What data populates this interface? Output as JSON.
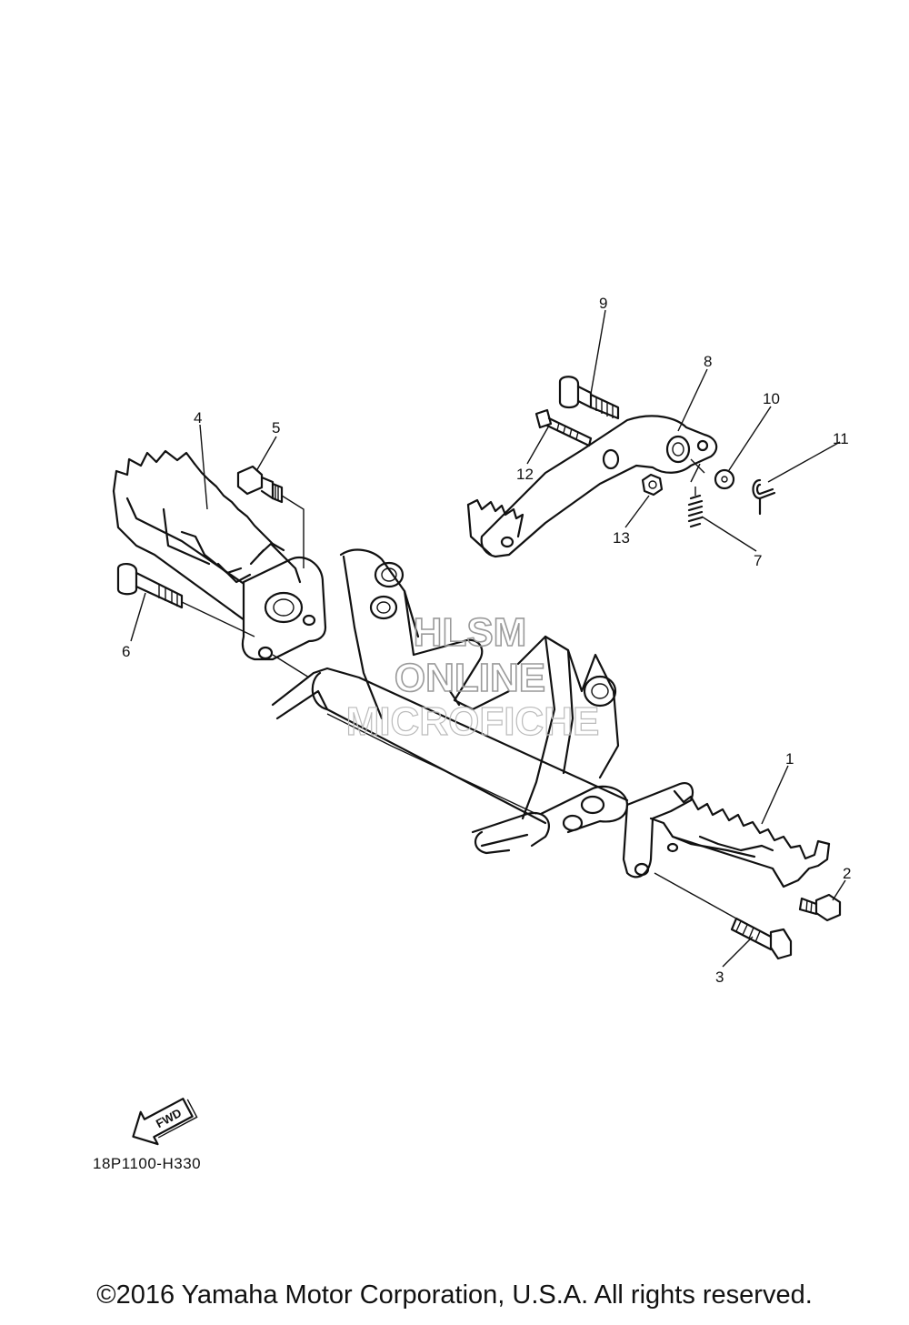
{
  "diagram": {
    "callouts": [
      {
        "id": "1",
        "label": "1"
      },
      {
        "id": "2",
        "label": "2"
      },
      {
        "id": "3",
        "label": "3"
      },
      {
        "id": "4",
        "label": "4"
      },
      {
        "id": "5",
        "label": "5"
      },
      {
        "id": "6",
        "label": "6"
      },
      {
        "id": "7",
        "label": "7"
      },
      {
        "id": "8",
        "label": "8"
      },
      {
        "id": "9",
        "label": "9"
      },
      {
        "id": "10",
        "label": "10"
      },
      {
        "id": "11",
        "label": "11"
      },
      {
        "id": "12",
        "label": "12"
      },
      {
        "id": "13",
        "label": "13"
      }
    ],
    "fwd_label": "FWD",
    "drawing_code": "18P1100-H330",
    "watermark": [
      "HLSM",
      "ONLINE",
      "MICROFICHE"
    ],
    "watermark_color": "#9a9a9a",
    "line_color": "#111111",
    "fwd_icon": "fwd-arrow-icon"
  },
  "footer": {
    "copyright": "©2016 Yamaha Motor Corporation, U.S.A. All rights reserved."
  }
}
